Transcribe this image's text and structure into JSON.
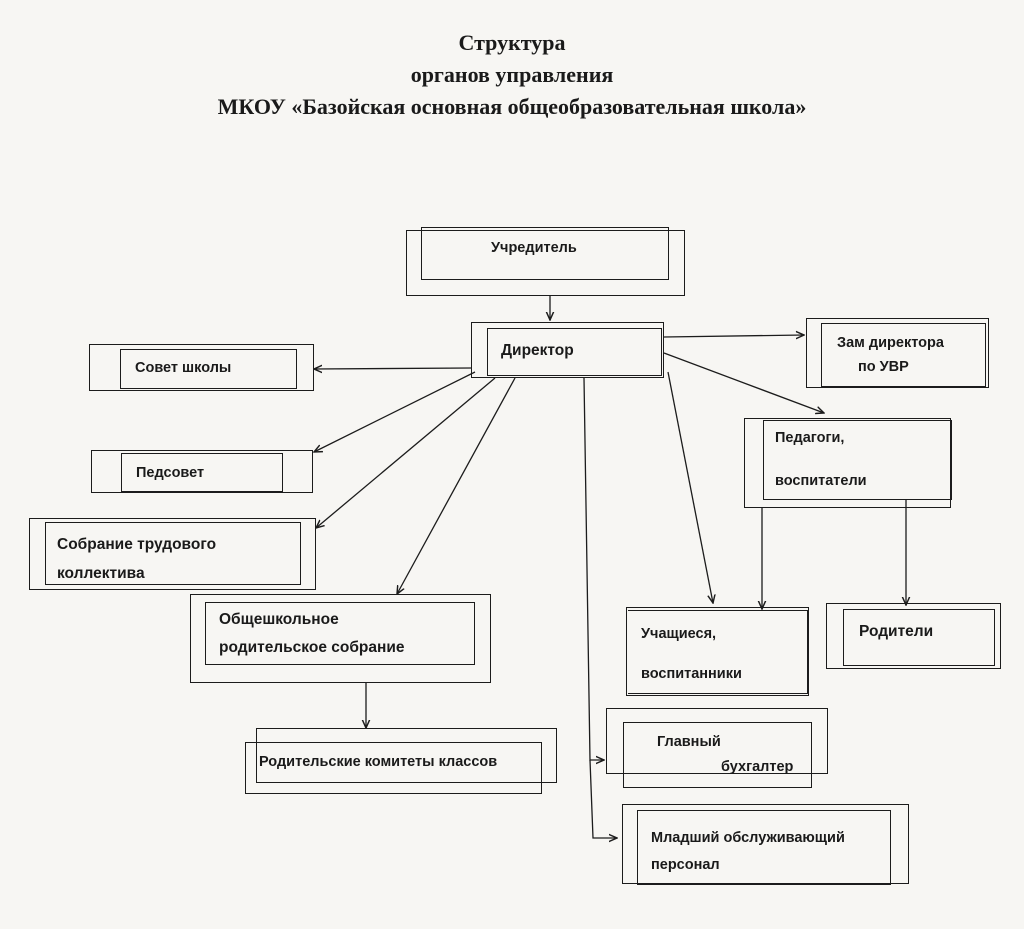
{
  "header": {
    "line1": "Структура",
    "line2": "органов управления",
    "line3": "МКОУ «Базойская основная общеобразовательная школа»"
  },
  "nodes": {
    "founder": "Учредитель",
    "director": "Директор",
    "deputy_line1": "Зам директора",
    "deputy_line2": "по УВР",
    "school_council": "Совет школы",
    "ped_council": "Педсовет",
    "labor_line1": "Собрание трудового",
    "labor_line2": "коллектива",
    "teachers_line1": "Педагоги,",
    "teachers_line2": "воспитатели",
    "parent_meeting_line1": "Общешкольное",
    "parent_meeting_line2": "родительское собрание",
    "parent_committees": "Родительские комитеты  классов",
    "students_line1": "Учащиеся,",
    "students_line2": "воспитанники",
    "parents": "Родители",
    "accountant_line1": "Главный",
    "accountant_line2": "бухгалтер",
    "staff_line1": "Младший  обслуживающий",
    "staff_line2": "персонал"
  }
}
